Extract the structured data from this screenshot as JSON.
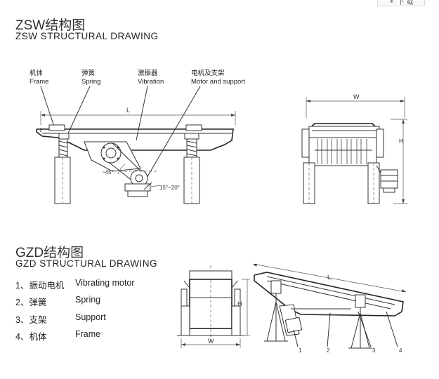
{
  "download": {
    "label": "下 载"
  },
  "zsw": {
    "title_cn": "ZSW结构图",
    "title_en": "ZSW STRUCTURAL DRAWING",
    "labels": [
      {
        "cn": "机体",
        "en": "Frame"
      },
      {
        "cn": "弹簧",
        "en": "Spring"
      },
      {
        "cn": "激振器",
        "en": "Vibration"
      },
      {
        "cn": "电机及支架",
        "en": "Motor and support"
      }
    ],
    "dim_L": "L",
    "dim_W": "W",
    "dim_H": "H",
    "angle_45": "~45°",
    "angle_15_20": "15°~20°"
  },
  "gzd": {
    "title_cn": "GZD结构图",
    "title_en": "GZD STRUCTURAL DRAWING",
    "legend": [
      {
        "num": "1、",
        "cn": "振动电机",
        "en": "Vibrating motor"
      },
      {
        "num": "2、",
        "cn": "弹簧",
        "en": "Spring"
      },
      {
        "num": "3、",
        "cn": "支架",
        "en": "Support"
      },
      {
        "num": "4、",
        "cn": "机体",
        "en": "Frame"
      }
    ],
    "dim_H": "H",
    "dim_W": "W",
    "dim_L": "L",
    "callouts": [
      "1",
      "2",
      "3",
      "4"
    ]
  }
}
